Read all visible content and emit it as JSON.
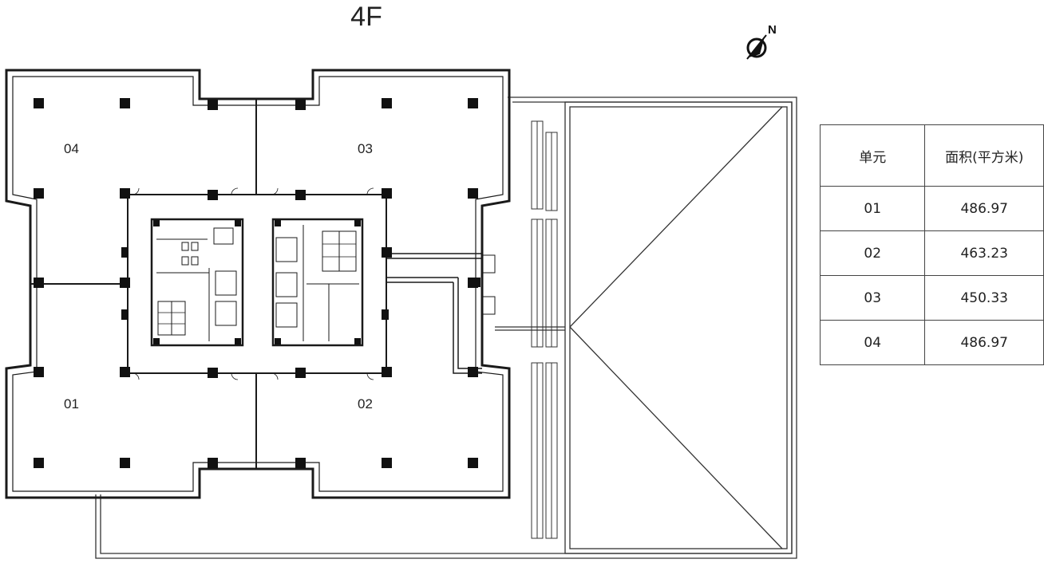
{
  "floor_title": "4F",
  "north_label": "N",
  "units": [
    {
      "id": "04"
    },
    {
      "id": "03"
    },
    {
      "id": "01"
    },
    {
      "id": "02"
    }
  ],
  "area_table": {
    "headers": [
      "单元",
      "面积(平方米)"
    ],
    "rows": [
      {
        "unit": "01",
        "area": "486.97"
      },
      {
        "unit": "02",
        "area": "463.23"
      },
      {
        "unit": "03",
        "area": "450.33"
      },
      {
        "unit": "04",
        "area": "486.97"
      }
    ]
  },
  "colors": {
    "line": "#1a1a1a",
    "column": "#111111"
  }
}
